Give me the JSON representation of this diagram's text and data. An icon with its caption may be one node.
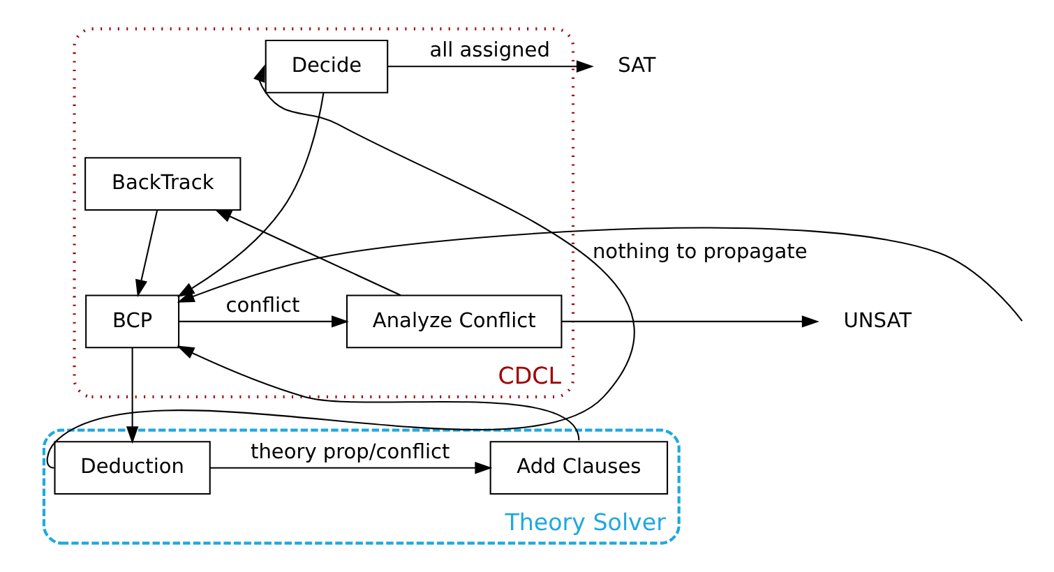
{
  "diagram": {
    "nodes": [
      {
        "text": [
          "CDCL"
        ]
      },
      {
        "text": [
          "Decide"
        ],
        "in": 0
      },
      {
        "text": [
          "BackTrack"
        ],
        "in": 0
      },
      {
        "text": [
          "BCP"
        ],
        "in": 0
      },
      {
        "text": [
          "Analyze Conflict"
        ],
        "in": 0
      },
      {
        "text": [
          "Theory Solver"
        ]
      },
      {
        "text": [
          "Deduction"
        ],
        "in": 5
      },
      {
        "text": [
          "Add Clauses"
        ],
        "in": 5
      },
      {
        "text": [
          "SAT"
        ]
      },
      {
        "text": [
          "UNSAT"
        ]
      }
    ],
    "edges": [
      {
        "from": null,
        "to": 3,
        "arrow": "to"
      },
      {
        "from": 1,
        "to": 3,
        "arrow": "to"
      },
      {
        "from": 1,
        "to": 8,
        "arrow": "to",
        "label": "all assigned"
      },
      {
        "from": 2,
        "to": 3,
        "arrow": "to"
      },
      {
        "from": 3,
        "to": 4,
        "arrow": "to",
        "label": "conflict"
      },
      {
        "from": 4,
        "to": 2,
        "arrow": "to"
      },
      {
        "from": 4,
        "to": 9,
        "arrow": "to"
      },
      {
        "from": 3,
        "to": 6,
        "arrow": "to"
      },
      {
        "from": 6,
        "to": 1,
        "arrow": "to",
        "label": "nothing to propagate"
      },
      {
        "from": 6,
        "to": 7,
        "arrow": "to",
        "label": "theory prop/conflict"
      },
      {
        "from": 7,
        "to": 3,
        "arrow": "to"
      }
    ]
  }
}
